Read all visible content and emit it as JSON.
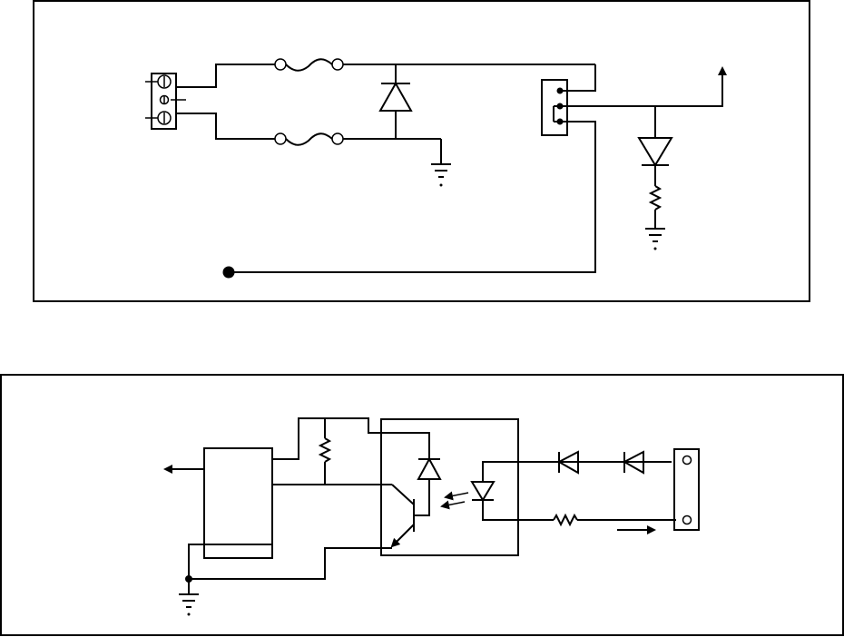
{
  "diagram": {
    "top_panel": {
      "components": [
        "terminal-block",
        "fuse",
        "fuse",
        "diode",
        "ground",
        "connector",
        "diode",
        "resistor",
        "ground",
        "output-arrow",
        "terminal-dot"
      ]
    },
    "bottom_panel": {
      "components": [
        "ic-block",
        "resistor",
        "optocoupler",
        "diode",
        "diode",
        "resistor",
        "connector",
        "ground",
        "output-arrow",
        "current-arrow"
      ]
    },
    "colors": {
      "line": "#000000",
      "background": "#ffffff"
    }
  }
}
